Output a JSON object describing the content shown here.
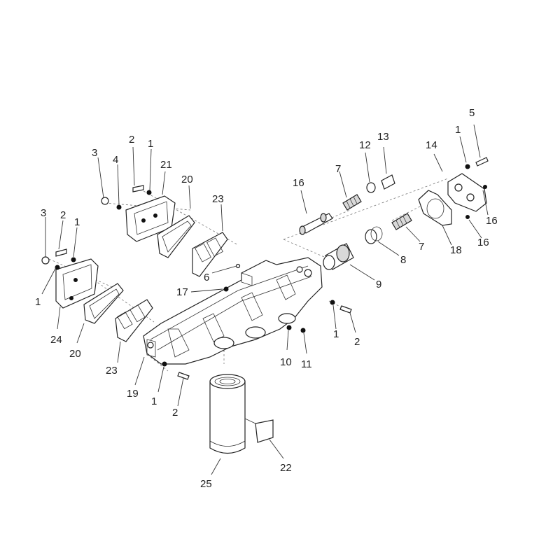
{
  "diagram": {
    "callouts": [
      {
        "id": "c5",
        "text": "5"
      },
      {
        "id": "c1a",
        "text": "1"
      },
      {
        "id": "c14",
        "text": "14"
      },
      {
        "id": "c13",
        "text": "13"
      },
      {
        "id": "c12",
        "text": "12"
      },
      {
        "id": "c7a",
        "text": "7"
      },
      {
        "id": "c16a",
        "text": "16"
      },
      {
        "id": "c16b",
        "text": "16"
      },
      {
        "id": "c16c",
        "text": "16"
      },
      {
        "id": "c18",
        "text": "18"
      },
      {
        "id": "c7b",
        "text": "7"
      },
      {
        "id": "c8",
        "text": "8"
      },
      {
        "id": "c9",
        "text": "9"
      },
      {
        "id": "c2a",
        "text": "2"
      },
      {
        "id": "c1b",
        "text": "1"
      },
      {
        "id": "c3a",
        "text": "3"
      },
      {
        "id": "c4",
        "text": "4"
      },
      {
        "id": "c21",
        "text": "21"
      },
      {
        "id": "c20a",
        "text": "20"
      },
      {
        "id": "c23a",
        "text": "23"
      },
      {
        "id": "c6",
        "text": "6"
      },
      {
        "id": "c17",
        "text": "17"
      },
      {
        "id": "c3b",
        "text": "3"
      },
      {
        "id": "c2b",
        "text": "2"
      },
      {
        "id": "c1c",
        "text": "1"
      },
      {
        "id": "c1d",
        "text": "1"
      },
      {
        "id": "c24",
        "text": "24"
      },
      {
        "id": "c20b",
        "text": "20"
      },
      {
        "id": "c23b",
        "text": "23"
      },
      {
        "id": "c19",
        "text": "19"
      },
      {
        "id": "c1e",
        "text": "1"
      },
      {
        "id": "c2c",
        "text": "2"
      },
      {
        "id": "c1f",
        "text": "1"
      },
      {
        "id": "c2d",
        "text": "2"
      },
      {
        "id": "c10",
        "text": "10"
      },
      {
        "id": "c11",
        "text": "11"
      },
      {
        "id": "c22",
        "text": "22"
      },
      {
        "id": "c25",
        "text": "25"
      }
    ]
  }
}
